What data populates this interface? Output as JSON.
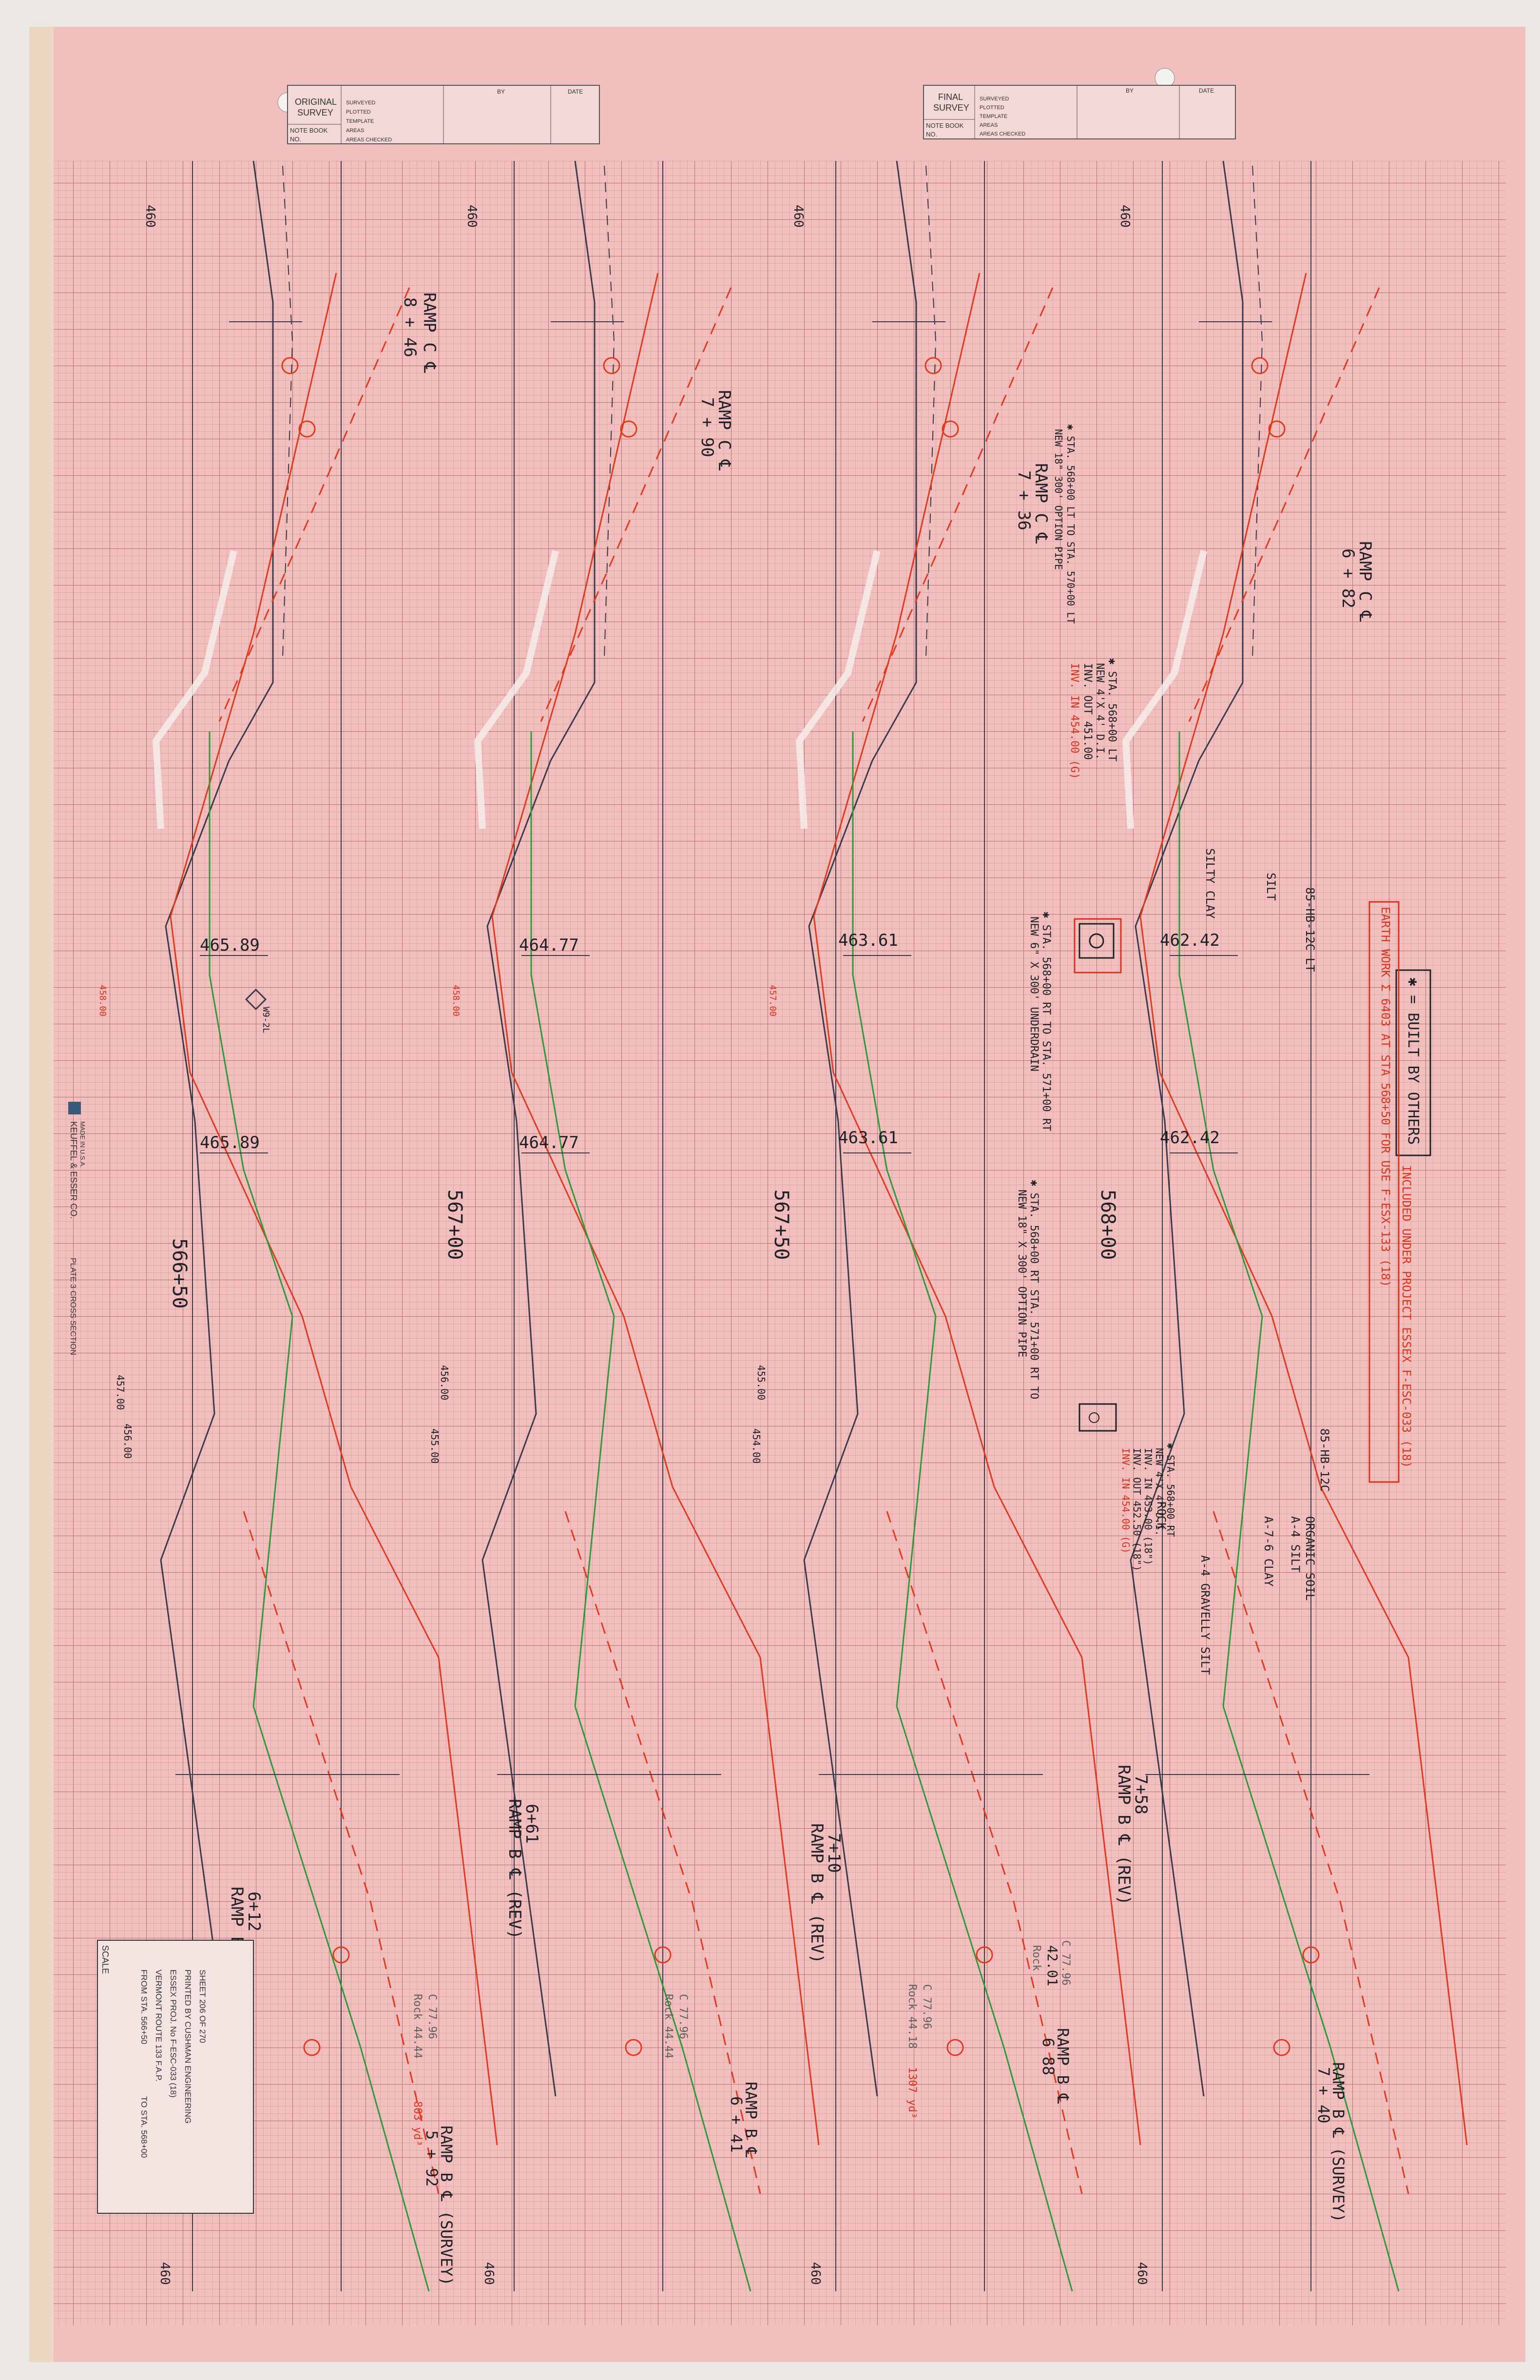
{
  "sheet": {
    "paper_color": "#f0bfbe",
    "grid_color": "#c98484",
    "pencil_color": "#3a3a4a",
    "red_color": "#e03a1e",
    "green_color": "#2d9a3a",
    "elevation_top": "460",
    "elevation_bottom": "460"
  },
  "title_blocks": {
    "original": {
      "label1": "ORIGINAL",
      "label2": "SURVEY",
      "note_book": "NOTE BOOK",
      "no": "NO.",
      "by": "BY",
      "date": "DATE",
      "rows": [
        "SURVEYED",
        "PLOTTED",
        "TEMPLATE",
        "AREAS",
        "AREAS CHECKED"
      ]
    },
    "final": {
      "label1": "FINAL",
      "label2": "SURVEY",
      "note_book": "NOTE BOOK",
      "no": "NO.",
      "by": "BY",
      "date": "DATE",
      "rows": [
        "SURVEYED",
        "PLOTTED",
        "TEMPLATE",
        "AREAS",
        "AREAS CHECKED"
      ]
    }
  },
  "sections": [
    {
      "station": "566+50",
      "elevation_upper": "465.89",
      "elevation_lower": "465.89",
      "ramp_c": "RAMP C ℄",
      "ramp_c_sta": "8 + 46",
      "ramp_b_rev": "RAMP B ℄ (REV)",
      "ramp_b_rev_sta": "6+12",
      "ramp_b_survey": "RAMP B ℄ (SURVEY)",
      "ramp_b_survey_sta": "5 + 92",
      "datum_upper": "458.00",
      "datum_mid": "457.00",
      "datum_lower": "456.00",
      "quantities_c": "C 77.96",
      "quantities_rock": "Rock 44.44",
      "red_note": "803 yd³",
      "side_note": "W9-2L"
    },
    {
      "station": "567+00",
      "elevation_upper": "464.77",
      "elevation_lower": "464.77",
      "ramp_c": "RAMP C ℄",
      "ramp_c_sta": "7 + 90",
      "ramp_b_rev": "RAMP B ℄ (REV)",
      "ramp_b_rev_sta": "6+61",
      "datum_upper": "458.00",
      "datum_mid": "456.00",
      "datum_lower": "455.00",
      "quantities_c": "C 77.96",
      "quantities_rock": "Rock 44.44"
    },
    {
      "station": "567+50",
      "elevation_upper": "463.61",
      "elevation_lower": "463.61",
      "ramp_c": "RAMP C ℄",
      "ramp_c_sta": "7 + 36",
      "ramp_b_rev": "RAMP B ℄ (REV)",
      "ramp_b_rev_sta": "7+10",
      "ramp_b": "RAMP B ℄",
      "ramp_b_sta": "6 + 41",
      "datum_upper": "457.00",
      "datum_mid": "455.00",
      "datum_lower": "454.00",
      "quantities_c": "C 77.96",
      "quantities_rock": "Rock 44.18",
      "red_note": "1307 yd³"
    },
    {
      "station": "568+00",
      "elevation_upper": "462.42",
      "elevation_lower": "462.42",
      "ramp_c": "RAMP C ℄",
      "ramp_c_sta": "6 + 82",
      "ramp_b_rev": "RAMP B ℄ (REV)",
      "ramp_b_rev_sta": "7+58",
      "ramp_b": "RAMP B ℄",
      "ramp_b_sta": "6 88",
      "ramp_b_survey": "RAMP B ℄ (SURVEY)",
      "ramp_b_survey_sta": "7 + 40",
      "quantities_c": "C 77.96",
      "quantities_val": "42.01",
      "quantities_rock": "Rock",
      "boring_lt": "85-HB-12C LT",
      "boring": "85-HB-12C"
    }
  ],
  "notes": {
    "built_by_others": "✱ = BUILT BY OTHERS",
    "earthwork_note": "EARTH WORK  Σ 6403  AT STA 568+50  FOR USE  F-ESX-133 (18)",
    "earthwork_note2": "INCLUDED UNDER PROJECT ESSEX F-ESC-033 (18)",
    "pipe_note1": "✱ STA. 568+00 LT TO STA. 570+00 LT",
    "pipe_note1b": "NEW 18\" 300' OPTION PIPE",
    "pipe_note2": "✱ STA. 568+00 LT",
    "pipe_note2b": "NEW 4'X 4' D.I.",
    "pipe_note2c": "INV. OUT 451.00",
    "pipe_note2d": "INV. IN 454.00 (G)",
    "pipe_note3": "✱ STA. 568+00 RT TO STA. 571+00 RT",
    "pipe_note3b": "NEW 6\" X 300' UNDERDRAIN",
    "pipe_note4": "✱ STA. 568+00 RT  STA. 571+00 RT TO",
    "pipe_note4b": "NEW 18\" X 300' OPTION PIPE",
    "di_note": "✱ STA. 568+00 RT",
    "di_note2": "NEW 4'X 4' D.I.",
    "di_note3": "INV. IN 453.00 (18\")",
    "di_note4": "INV. OUT 452.50 (18\")",
    "di_note5": "INV. IN 454.00 (G)",
    "soil1": "SILT",
    "soil2": "SILTY CLAY",
    "soil3": "A-4 SILT",
    "soil4": "ORGANIC SOIL",
    "soil5": "A-7-6 CLAY",
    "soil6": "A-4 GRAVELLY SILT",
    "soil7": "ROCK"
  },
  "manufacturer": {
    "brand": "KEUFFEL & ESSER CO.",
    "made_in": "MADE IN U.S.A.",
    "sheet_type": "PLATE 3 CROSS SECTION"
  },
  "legend_box": {
    "scale": "SCALE",
    "from_sta": "FROM STA. 566+50",
    "to_sta": "TO STA. 568+00",
    "route": "VERMONT ROUTE 133 F.A.P.",
    "project": "ESSEX PROJ. No F-ESC-033 (18)",
    "designed": "PRINTED BY CUSHMAN ENGINEERING",
    "sheet": "SHEET 206 OF 270"
  }
}
